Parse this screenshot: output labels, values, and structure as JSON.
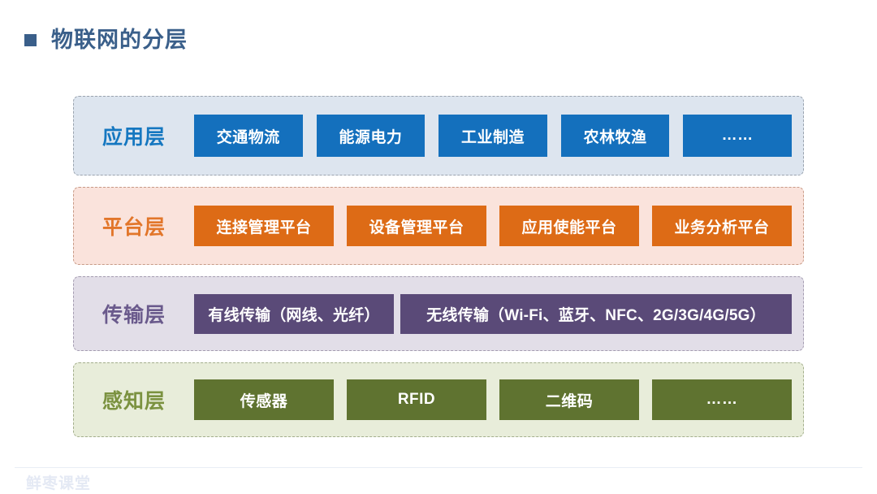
{
  "slide": {
    "title": "物联网的分层",
    "bullet_color": "#3a5f8a"
  },
  "footer": {
    "watermark": "鲜枣课堂"
  },
  "layers": [
    {
      "key": "app",
      "label": "应用层",
      "label_color": "#1577c0",
      "row_background": "#dde5ef",
      "box_color": "#1470bd",
      "items": [
        "交通物流",
        "能源电力",
        "工业制造",
        "农林牧渔",
        "……"
      ]
    },
    {
      "key": "plat",
      "label": "平台层",
      "label_color": "#e2762a",
      "row_background": "#fae3dc",
      "box_color": "#dd6b16",
      "items": [
        "连接管理平台",
        "设备管理平台",
        "应用使能平台",
        "业务分析平台"
      ]
    },
    {
      "key": "trans",
      "label": "传输层",
      "label_color": "#6a5a8c",
      "row_background": "#e2dee8",
      "box_color": "#5a4a78",
      "items": [
        "有线传输（网线、光纤）",
        "无线传输（Wi-Fi、蓝牙、NFC、2G/3G/4G/5G）"
      ]
    },
    {
      "key": "sense",
      "label": "感知层",
      "label_color": "#7b9240",
      "row_background": "#e8edda",
      "box_color": "#5f7330",
      "items": [
        "传感器",
        "RFID",
        "二维码",
        "……"
      ]
    }
  ]
}
